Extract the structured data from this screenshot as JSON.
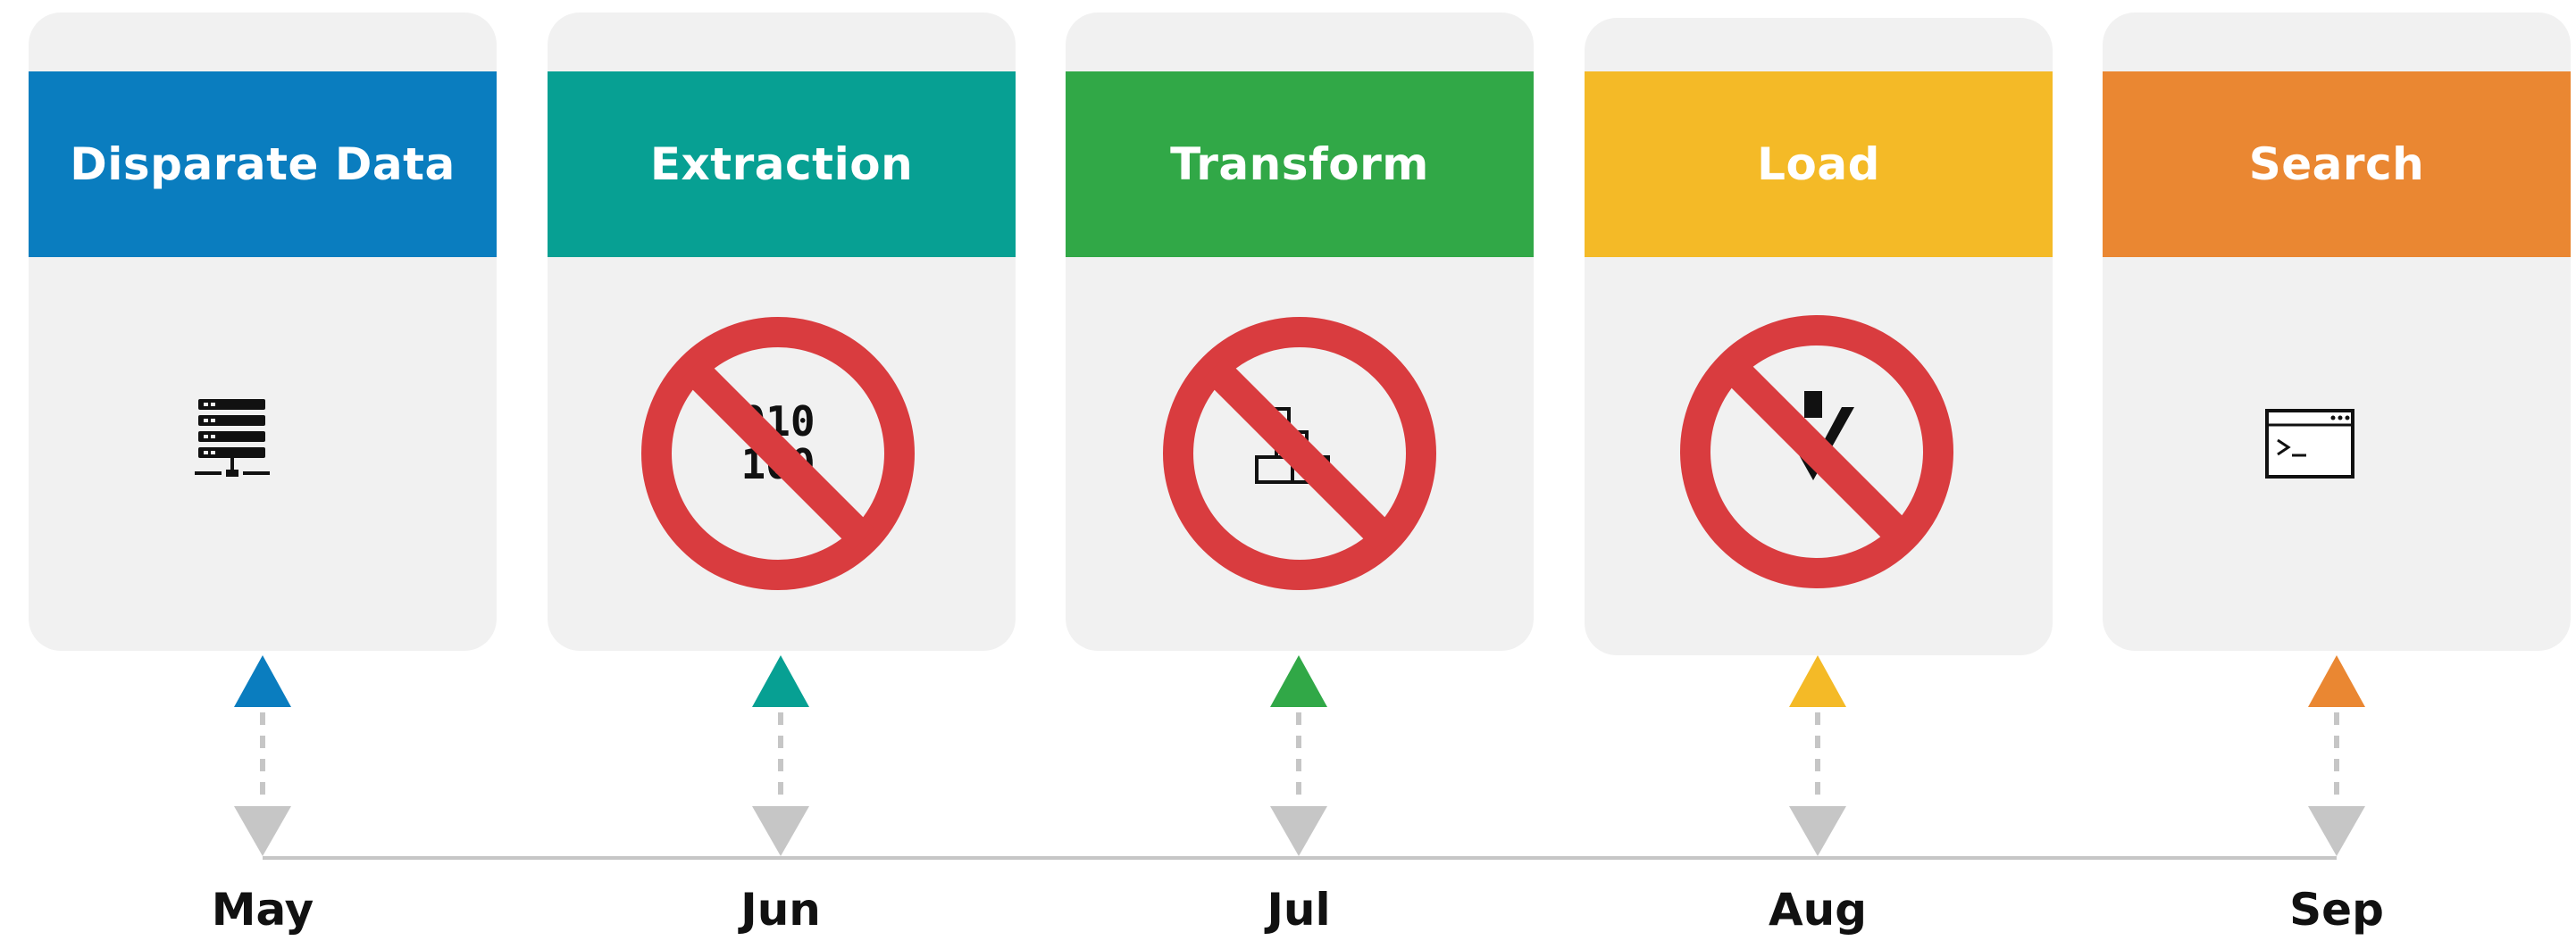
{
  "stages": [
    {
      "title": "Disparate Data",
      "month": "May",
      "color": "#0a7dbf",
      "icon": "server-stack-icon",
      "blocked": false
    },
    {
      "title": "Extraction",
      "month": "Jun",
      "color": "#07a093",
      "icon": "binary-data-icon",
      "blocked": true
    },
    {
      "title": "Transform",
      "month": "Jul",
      "color": "#31a847",
      "icon": "transform-blocks-icon",
      "blocked": true
    },
    {
      "title": "Load",
      "month": "Aug",
      "color": "#f4ba27",
      "icon": "download-arrow-icon",
      "blocked": true
    },
    {
      "title": "Search",
      "month": "Sep",
      "color": "#ea8732",
      "icon": "terminal-window-icon",
      "blocked": false
    }
  ],
  "icon_glyphs": {
    "binary_line1": "010",
    "binary_line2": "100"
  },
  "colors": {
    "card_background": "#f1f1f1",
    "prohibition": "#d93c3f",
    "timeline": "#c6c6c6",
    "month_text": "#111111"
  }
}
